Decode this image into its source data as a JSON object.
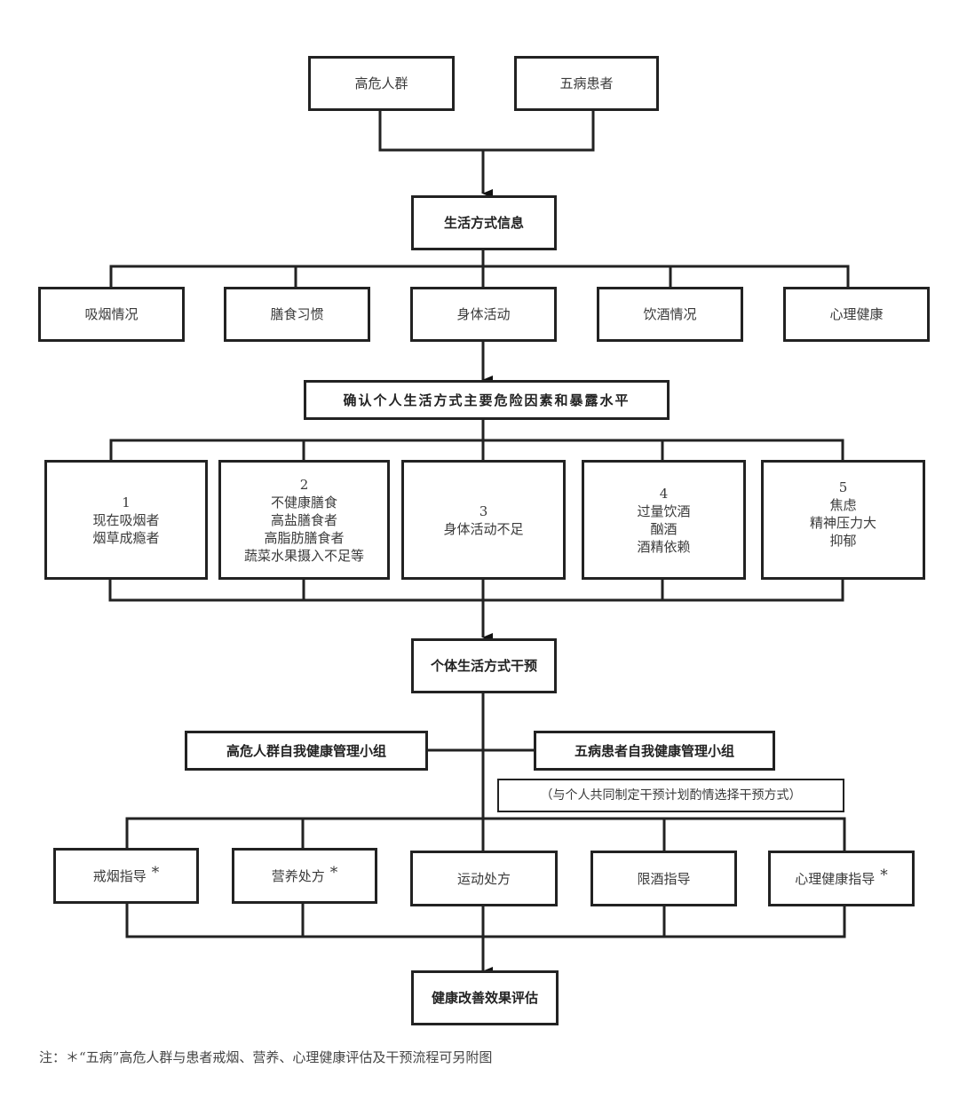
{
  "sources": [
    "高危人群",
    "五病患者"
  ],
  "lifestyle_info": "生活方式信息",
  "lifestyle_categories": [
    "吸烟情况",
    "膳食习惯",
    "身体活动",
    "饮酒情况",
    "心理健康"
  ],
  "confirm_step": "确认个人生活方式主要危险因素和暴露水平",
  "risk_factors": [
    {
      "number": "1",
      "lines": [
        "现在吸烟者",
        "烟草成瘾者"
      ]
    },
    {
      "number": "2",
      "lines": [
        "不健康膳食",
        "高盐膳食者",
        "高脂肪膳食者",
        "蔬菜水果摄入不足等"
      ]
    },
    {
      "number": "3",
      "lines": [
        "身体活动不足"
      ]
    },
    {
      "number": "4",
      "lines": [
        "过量饮酒",
        "酗酒",
        "酒精依赖"
      ]
    },
    {
      "number": "5",
      "lines": [
        "焦虑",
        "精神压力大",
        "抑郁"
      ]
    }
  ],
  "intervention": "个体生活方式干预",
  "groups": {
    "left": "高危人群自我健康管理小组",
    "right": "五病患者自我健康管理小组",
    "note": "（与个人共同制定干预计划酌情选择干预方式）"
  },
  "interventions": [
    {
      "label": "戒烟指导",
      "star": "*"
    },
    {
      "label": "营养处方",
      "star": "*"
    },
    {
      "label": "运动处方",
      "star": ""
    },
    {
      "label": "限酒指导",
      "star": ""
    },
    {
      "label": "心理健康指导",
      "star": "*"
    }
  ],
  "evaluation": "健康改善效果评估",
  "footnote": "注：＊“五病”高危人群与患者戒烟、营养、心理健康评估及干预流程可另附图"
}
